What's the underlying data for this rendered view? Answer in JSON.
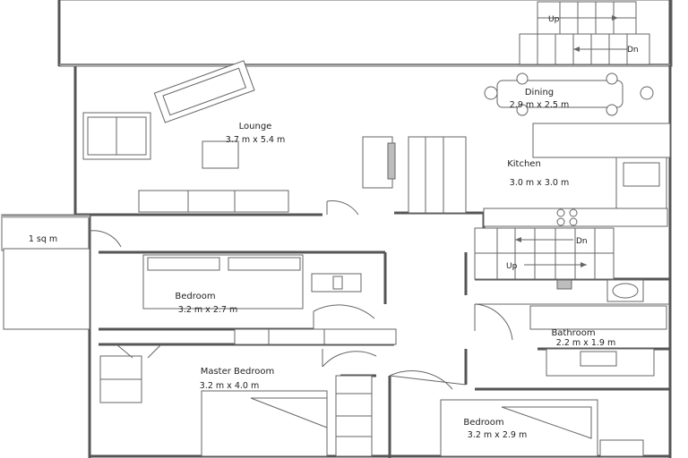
{
  "rooms": {
    "lounge": {
      "name": "Lounge",
      "dim": "3.7 m x 5.4 m"
    },
    "dining": {
      "name": "Dining",
      "dim": "2.9 m x 2.5 m"
    },
    "kitchen": {
      "name": "Kitchen",
      "dim": "3.0 m x 3.0 m"
    },
    "bedroom_1": {
      "name": "Bedroom",
      "dim": "3.2 m x 2.7 m"
    },
    "bathroom": {
      "name": "Bathroom",
      "dim": "2.2 m x 1.9 m"
    },
    "master_bedroom": {
      "name": "Master Bedroom",
      "dim": "3.2 m x 4.0 m"
    },
    "bedroom_2": {
      "name": "Bedroom",
      "dim": "3.2 m x 2.9 m"
    }
  },
  "porch": {
    "label": "1 sq m"
  },
  "stairs": {
    "up_label": "Up",
    "down_label": "Dn"
  },
  "colors": {
    "wall": "#555555",
    "line": "#666666",
    "fill_grey": "#bdbdbd",
    "background": "#ffffff"
  }
}
